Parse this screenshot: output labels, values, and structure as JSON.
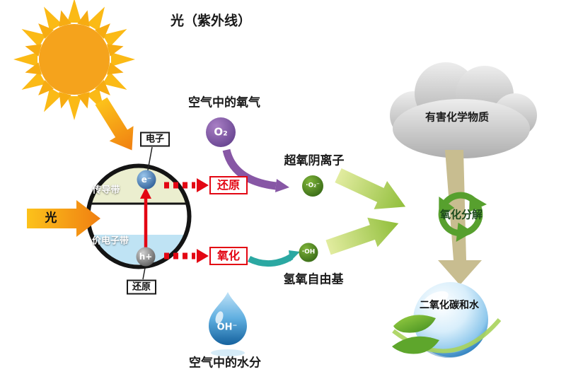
{
  "diagram": {
    "title": "光（紫外线）"
  },
  "catalyst": {
    "light_label": "光",
    "conduction_band_label": "传导带",
    "valence_band_label": "价电子带",
    "electron_tag": "电子",
    "electron_symbol": "e⁻",
    "hole_symbol": "h+",
    "hole_tag": "还原",
    "reduction_label": "还原",
    "oxidation_label": "氧化"
  },
  "oxygen_path": {
    "source_label": "空气中的氧气",
    "molecule_symbol": "O₂",
    "product_label": "超氧阴离子",
    "product_symbol": "·O₂⁻"
  },
  "water_path": {
    "source_label": "空气中的水分",
    "ion_symbol": "OH⁻",
    "product_label": "氢氧自由基",
    "product_symbol": "·OH"
  },
  "pollutant_path": {
    "cloud_label": "有害化学物质",
    "process_label": "氧化分解",
    "result_label": "二氧化碳和水"
  },
  "colors": {
    "sun_disc": "#F5A31C",
    "sun_ray": "#FBBA16",
    "orange_arrow": "#F7941D",
    "red": "#E30613",
    "purple": "#8757A5",
    "teal": "#2BA8A2",
    "green": "#57A02E",
    "light_green_arrow": "#A4C93F",
    "tan_arrow": "#C8BD90",
    "blue": "#2E7FBE",
    "cloud_gray": "#C2C2C2",
    "conduction_band_fill": "#EBEECF",
    "valence_band_fill": "#BFE3F4"
  }
}
